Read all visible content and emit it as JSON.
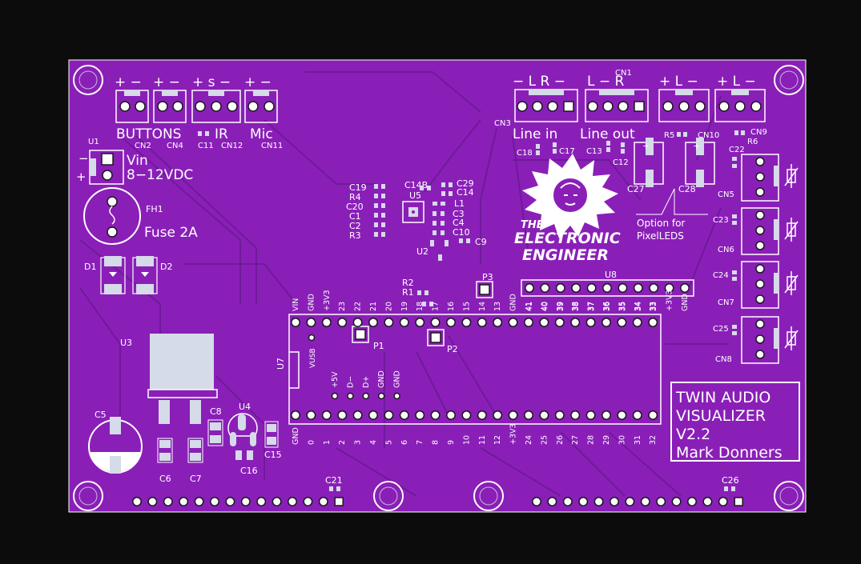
{
  "board": {
    "colors": {
      "background": "#0c0c0c",
      "board": "#8a1fb8",
      "silk": "#ffffff",
      "pad": "#d5dbe8",
      "trace": "#6a1a92"
    },
    "title_block": {
      "line1": "TWIN AUDIO",
      "line2": "VISUALIZER",
      "line3": "V2.2",
      "line4": "Mark Donners"
    },
    "connectors_top": [
      {
        "ref": "CN2",
        "pol": "+ −",
        "pins": 2
      },
      {
        "ref": "CN4",
        "pol": "+ −",
        "pins": 2
      },
      {
        "ref": "CN12",
        "pol": "+ s −",
        "pins": 3
      },
      {
        "ref": "CN11",
        "pol": "+ −",
        "pins": 2
      }
    ],
    "conn_group_labels": {
      "buttons": "BUTTONS",
      "ir": "IR",
      "mic": "Mic"
    },
    "audio_connectors": [
      {
        "ref": "CN3",
        "pol": "− L R −",
        "caption": "Line in"
      },
      {
        "ref": "CN1",
        "pol": "L − R",
        "caption": "Line out"
      },
      {
        "ref": "CN10",
        "pol": "+ L −"
      },
      {
        "ref": "CN9",
        "pol": "+ L −"
      }
    ],
    "right_connectors": [
      "CN5",
      "CN6",
      "CN7",
      "CN8"
    ],
    "right_caps": [
      "C22",
      "C23",
      "C24",
      "C25"
    ],
    "power": {
      "ref": "U1",
      "label1": "Vin",
      "label2": "8−12VDC",
      "plus": "+",
      "minus": "−"
    },
    "fuse": {
      "ref": "FH1",
      "label": "Fuse 2A"
    },
    "diodes": [
      "D1",
      "D2"
    ],
    "regulator": "U3",
    "caps_bottom": [
      "C5",
      "C6",
      "C7",
      "C8",
      "C15",
      "C16"
    ],
    "u4": "U4",
    "mid_parts": {
      "left_col": [
        "C19",
        "R4",
        "C20",
        "C1",
        "C2",
        "R3"
      ],
      "right_col": [
        "C29",
        "C14",
        "L1",
        "C3",
        "C4",
        "C10"
      ],
      "c14b": "C14B",
      "u5": "U5",
      "u2": "U2",
      "c9": "C9",
      "r1": "R1",
      "r2": "R2",
      "p1": "P1",
      "p2": "P2",
      "p3": "P3"
    },
    "audio_parts": {
      "c18": "C18",
      "c17": "C17",
      "c13": "C13",
      "c12": "C12",
      "r5": "R5",
      "r6": "R6",
      "c27": "C27",
      "c28": "C28",
      "option_line1": "Option for",
      "option_line2": "PixelLEDS",
      "c11": "C11"
    },
    "mcu": {
      "ref": "U7",
      "top_labels": [
        "VIN",
        "GND",
        "+3V3",
        "23",
        "22",
        "21",
        "20",
        "19",
        "18",
        "17",
        "16",
        "15",
        "14",
        "13",
        "GND",
        "41",
        "40",
        "39",
        "38",
        "37",
        "36",
        "35",
        "34",
        "33"
      ],
      "bottom_labels": [
        "GND",
        "0",
        "1",
        "2",
        "3",
        "4",
        "5",
        "6",
        "7",
        "8",
        "9",
        "10",
        "11",
        "12",
        "+3V3",
        "24",
        "25",
        "26",
        "27",
        "28",
        "29",
        "30",
        "31",
        "32"
      ],
      "inner_labels": [
        "+5V",
        "D−",
        "D+",
        "GND",
        "GND"
      ],
      "vusb": "VUSB"
    },
    "u8": {
      "ref": "U8",
      "labels": [
        "41",
        "40",
        "39",
        "38",
        "37",
        "36",
        "35",
        "34",
        "33",
        "+3V3",
        "GND"
      ]
    },
    "bottom_caps": [
      "C21",
      "C26"
    ],
    "logo": {
      "line1": "THE",
      "line2": "ELECTRONIC",
      "line3": "ENGINEER"
    }
  }
}
